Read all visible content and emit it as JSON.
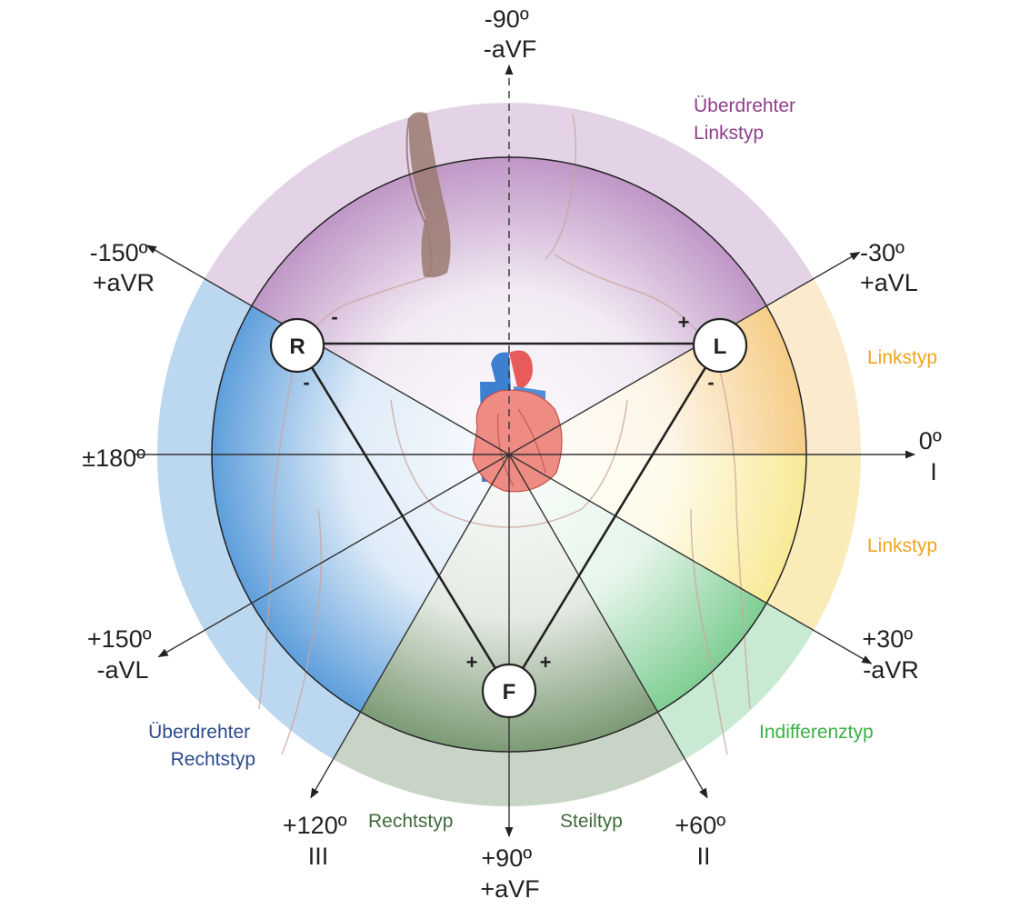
{
  "axes": {
    "top": {
      "line1": "-90º",
      "line2": "-aVF"
    },
    "tl": {
      "line1": "-150º",
      "line2": "+aVR"
    },
    "tr": {
      "line1": "-30º",
      "line2": "+aVL"
    },
    "left": {
      "line1": "±180º"
    },
    "right": {
      "line1": "0º",
      "line2": "I"
    },
    "bl": {
      "line1": "+150º",
      "line2": "-aVL"
    },
    "br": {
      "line1": "+30º",
      "line2": "-aVR"
    },
    "b120": {
      "line1": "+120º",
      "line2": "III"
    },
    "b90": {
      "line1": "+90º",
      "line2": "+aVF"
    },
    "b60": {
      "line1": "+60º",
      "line2": "II"
    }
  },
  "regions": {
    "ueberdreht_links": {
      "line1": "Überdrehter",
      "line2": "Linkstyp",
      "color": "#8e3f8c"
    },
    "links_upper": {
      "line1": "Linkstyp",
      "color": "#f0a41e"
    },
    "links_lower": {
      "line1": "Linkstyp",
      "color": "#f0a41e"
    },
    "indifferenz": {
      "line1": "Indifferenztyp",
      "color": "#3db045"
    },
    "steil": {
      "line1": "Steiltyp",
      "color": "#3f6b3a"
    },
    "rechts": {
      "line1": "Rechtstyp",
      "color": "#3f6b3a"
    },
    "ueberdreht_rechts": {
      "line1": "Überdrehter",
      "line2": "Rechtstyp",
      "color": "#2c4a8c"
    }
  },
  "nodes": {
    "r": "R",
    "l": "L",
    "f": "F"
  },
  "signs": {
    "r_right": "-",
    "r_below": "-",
    "l_left": "+",
    "l_below": "-",
    "f_left": "+",
    "f_right": "+"
  },
  "colors": {
    "purple": "#b98cc0",
    "blue": "#4f95d8",
    "orange": "#f5c87a",
    "yellow": "#f9ef9a",
    "green": "#72c98a",
    "darkgreen": "#6e8f66"
  }
}
